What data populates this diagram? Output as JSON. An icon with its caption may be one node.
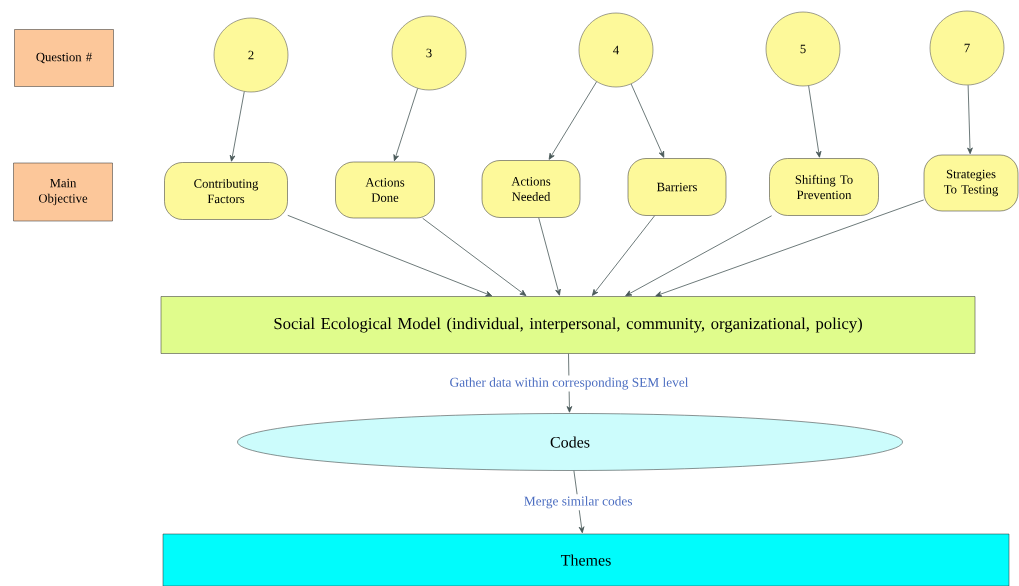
{
  "diagram": {
    "nodes": [
      {
        "text": [
          "Question #"
        ]
      },
      {
        "text": [
          "Main Objective"
        ]
      },
      {
        "text": [
          "2"
        ]
      },
      {
        "text": [
          "3"
        ]
      },
      {
        "text": [
          "4"
        ]
      },
      {
        "text": [
          "5"
        ]
      },
      {
        "text": [
          "7"
        ]
      },
      {
        "text": [
          "Contributing Factors"
        ]
      },
      {
        "text": [
          "Actions Done"
        ]
      },
      {
        "text": [
          "Actions Needed"
        ]
      },
      {
        "text": [
          "Barriers"
        ]
      },
      {
        "text": [
          "Shifting To Prevention"
        ]
      },
      {
        "text": [
          "Strategies To Testing"
        ]
      },
      {
        "text": [
          "Social Ecological Model (individual, interpersonal, community, organizational, policy)"
        ]
      },
      {
        "text": [
          "Codes"
        ]
      },
      {
        "text": [
          "Themes"
        ]
      }
    ],
    "edges": [
      {
        "from": 2,
        "to": 7,
        "arrow": "to"
      },
      {
        "from": 3,
        "to": 8,
        "arrow": "to"
      },
      {
        "from": 4,
        "to": 9,
        "arrow": "to"
      },
      {
        "from": 4,
        "to": 10,
        "arrow": "to"
      },
      {
        "from": 5,
        "to": 11,
        "arrow": "to"
      },
      {
        "from": 6,
        "to": 12,
        "arrow": "to"
      },
      {
        "from": 7,
        "to": 13,
        "arrow": "to"
      },
      {
        "from": 8,
        "to": 13,
        "arrow": "to"
      },
      {
        "from": 9,
        "to": 13,
        "arrow": "to"
      },
      {
        "from": 10,
        "to": 13,
        "arrow": "to"
      },
      {
        "from": 11,
        "to": 13,
        "arrow": "to"
      },
      {
        "from": 12,
        "to": 13,
        "arrow": "to"
      },
      {
        "from": 13,
        "to": 14,
        "arrow": "to",
        "label": "Gather data within corresponding SEM level"
      },
      {
        "from": 14,
        "to": 15,
        "arrow": "to",
        "label": "Merge similar codes"
      }
    ]
  }
}
